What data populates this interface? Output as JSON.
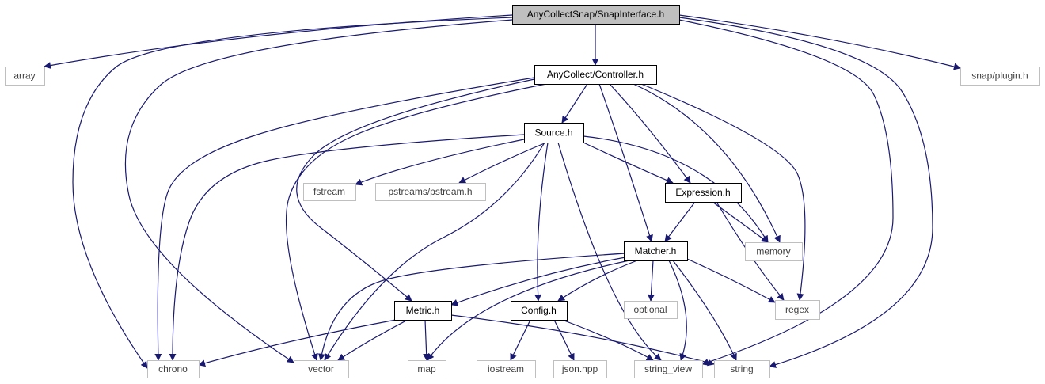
{
  "diagram": {
    "title": "",
    "colors": {
      "edge": "#191970",
      "root_fill": "#bfbfbf",
      "project_border": "#000000",
      "external_border": "#bfbfbf",
      "external_text": "#404040",
      "text": "#000000"
    },
    "nodes": [
      {
        "id": "snapinterface",
        "label": "AnyCollectSnap/SnapInterface.h",
        "kind": "root"
      },
      {
        "id": "array",
        "label": "array",
        "kind": "external"
      },
      {
        "id": "controller",
        "label": "AnyCollect/Controller.h",
        "kind": "project"
      },
      {
        "id": "snapplugin",
        "label": "snap/plugin.h",
        "kind": "external"
      },
      {
        "id": "source",
        "label": "Source.h",
        "kind": "project"
      },
      {
        "id": "fstream",
        "label": "fstream",
        "kind": "external"
      },
      {
        "id": "pstream",
        "label": "pstreams/pstream.h",
        "kind": "external"
      },
      {
        "id": "expression",
        "label": "Expression.h",
        "kind": "project"
      },
      {
        "id": "memory",
        "label": "memory",
        "kind": "external"
      },
      {
        "id": "matcher",
        "label": "Matcher.h",
        "kind": "project"
      },
      {
        "id": "optional",
        "label": "optional",
        "kind": "external"
      },
      {
        "id": "regex",
        "label": "regex",
        "kind": "external"
      },
      {
        "id": "metric",
        "label": "Metric.h",
        "kind": "project"
      },
      {
        "id": "config",
        "label": "Config.h",
        "kind": "project"
      },
      {
        "id": "chrono",
        "label": "chrono",
        "kind": "external"
      },
      {
        "id": "vector",
        "label": "vector",
        "kind": "external"
      },
      {
        "id": "map",
        "label": "map",
        "kind": "external"
      },
      {
        "id": "iostream",
        "label": "iostream",
        "kind": "external"
      },
      {
        "id": "jsonhpp",
        "label": "json.hpp",
        "kind": "external"
      },
      {
        "id": "string_view",
        "label": "string_view",
        "kind": "external"
      },
      {
        "id": "string",
        "label": "string",
        "kind": "external"
      }
    ],
    "edges": [
      {
        "from": "snapinterface",
        "to": "array"
      },
      {
        "from": "snapinterface",
        "to": "controller"
      },
      {
        "from": "snapinterface",
        "to": "snapplugin"
      },
      {
        "from": "snapinterface",
        "to": "chrono"
      },
      {
        "from": "snapinterface",
        "to": "vector"
      },
      {
        "from": "snapinterface",
        "to": "string_view"
      },
      {
        "from": "snapinterface",
        "to": "string"
      },
      {
        "from": "controller",
        "to": "source"
      },
      {
        "from": "controller",
        "to": "expression"
      },
      {
        "from": "controller",
        "to": "memory"
      },
      {
        "from": "controller",
        "to": "regex"
      },
      {
        "from": "controller",
        "to": "matcher"
      },
      {
        "from": "controller",
        "to": "metric"
      },
      {
        "from": "controller",
        "to": "chrono"
      },
      {
        "from": "controller",
        "to": "vector"
      },
      {
        "from": "source",
        "to": "fstream"
      },
      {
        "from": "source",
        "to": "pstream"
      },
      {
        "from": "source",
        "to": "expression"
      },
      {
        "from": "source",
        "to": "memory"
      },
      {
        "from": "source",
        "to": "config"
      },
      {
        "from": "source",
        "to": "chrono"
      },
      {
        "from": "source",
        "to": "vector"
      },
      {
        "from": "source",
        "to": "string_view"
      },
      {
        "from": "expression",
        "to": "matcher"
      },
      {
        "from": "expression",
        "to": "memory"
      },
      {
        "from": "expression",
        "to": "regex"
      },
      {
        "from": "matcher",
        "to": "optional"
      },
      {
        "from": "matcher",
        "to": "regex"
      },
      {
        "from": "matcher",
        "to": "metric"
      },
      {
        "from": "matcher",
        "to": "config"
      },
      {
        "from": "matcher",
        "to": "vector"
      },
      {
        "from": "matcher",
        "to": "map"
      },
      {
        "from": "matcher",
        "to": "string_view"
      },
      {
        "from": "matcher",
        "to": "string"
      },
      {
        "from": "metric",
        "to": "chrono"
      },
      {
        "from": "metric",
        "to": "vector"
      },
      {
        "from": "metric",
        "to": "map"
      },
      {
        "from": "metric",
        "to": "string"
      },
      {
        "from": "config",
        "to": "iostream"
      },
      {
        "from": "config",
        "to": "jsonhpp"
      },
      {
        "from": "config",
        "to": "string_view"
      }
    ]
  }
}
